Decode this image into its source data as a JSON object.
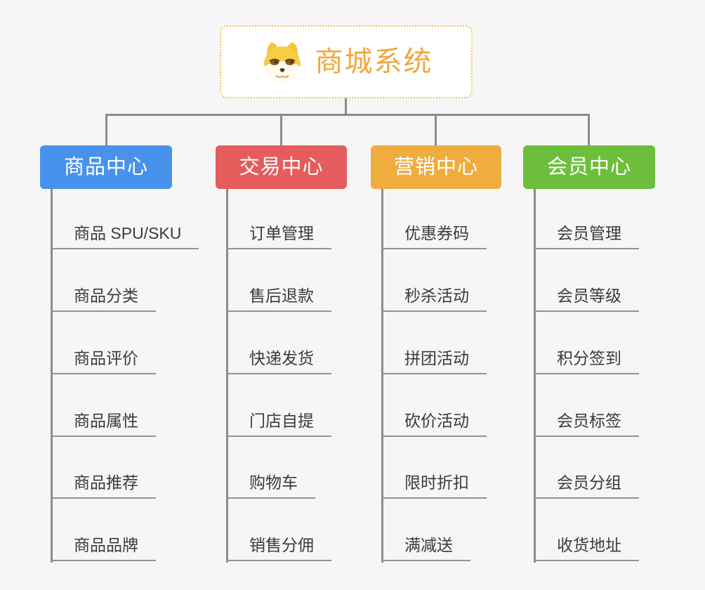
{
  "root": {
    "title": "商城系统",
    "icon": "shiba-dog-icon"
  },
  "branches": [
    {
      "label": "商品中心",
      "color": "#4892EB",
      "children": [
        "商品 SPU/SKU",
        "商品分类",
        "商品评价",
        "商品属性",
        "商品推荐",
        "商品品牌"
      ]
    },
    {
      "label": "交易中心",
      "color": "#E65C5C",
      "children": [
        "订单管理",
        "售后退款",
        "快递发货",
        "门店自提",
        "购物车",
        "销售分佣"
      ]
    },
    {
      "label": "营销中心",
      "color": "#EFAD3F",
      "children": [
        "优惠券码",
        "秒杀活动",
        "拼团活动",
        "砍价活动",
        "限时折扣",
        "满减送"
      ]
    },
    {
      "label": "会员中心",
      "color": "#6DBE3C",
      "children": [
        "会员管理",
        "会员等级",
        "积分签到",
        "会员标签",
        "会员分组",
        "收货地址"
      ]
    }
  ],
  "theme": {
    "background": "#F6F6F6",
    "connector": "#8B8B8B",
    "underline": "#939393",
    "child_text": "#3B3B3B",
    "root_text": "#F1A73C",
    "root_border": "#F5BE5E"
  }
}
